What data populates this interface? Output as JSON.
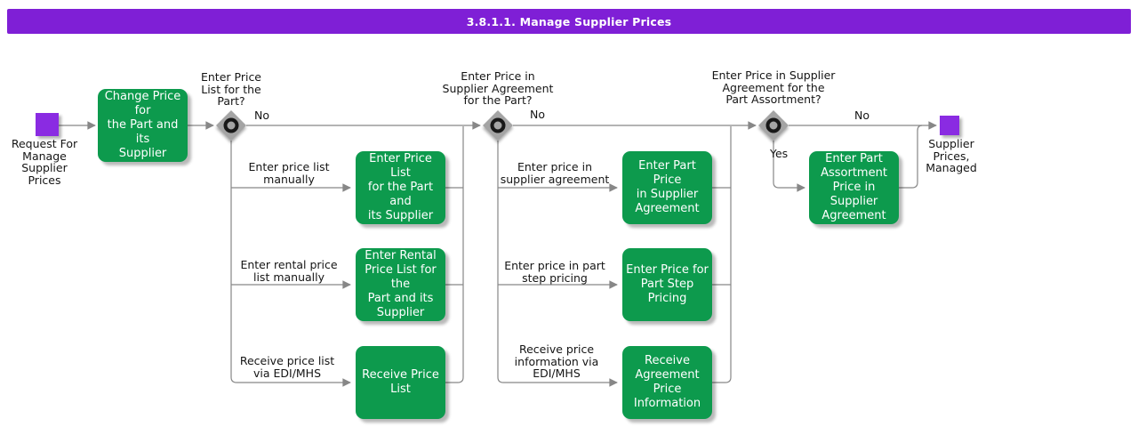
{
  "title": "3.8.1.1. Manage Supplier Prices",
  "colors": {
    "banner": "#7F1FD6",
    "terminal_node": "#8A2BE2",
    "activity": "#0D9A4D",
    "connector": "#878787",
    "decision": "#A4A4A4"
  },
  "start": {
    "label": "Request For\nManage\nSupplier\nPrices"
  },
  "end": {
    "label": "Supplier\nPrices,\nManaged"
  },
  "first_activity": {
    "label": "Change Price for\nthe Part and its\nSupplier"
  },
  "decisions": {
    "price_list": {
      "question": "Enter Price\nList for the\nPart?",
      "no": "No"
    },
    "supplier_agreement": {
      "question": "Enter Price in\nSupplier Agreement\nfor the Part?",
      "no": "No"
    },
    "part_assortment": {
      "question": "Enter Price in Supplier\nAgreement for the\nPart Assortment?",
      "no": "No",
      "yes": "Yes"
    }
  },
  "branches": {
    "enter_price_list": {
      "label": "Enter price list\nmanually",
      "activity": "Enter Price List\nfor the Part and\nits Supplier"
    },
    "enter_rental_price_list": {
      "label": "Enter rental price\nlist manually",
      "activity": "Enter Rental\nPrice List for the\nPart and its\nSupplier"
    },
    "receive_price_list": {
      "label": "Receive price list\nvia EDI/MHS",
      "activity": "Receive Price\nList"
    },
    "enter_part_price": {
      "label": "Enter price in\nsupplier agreement",
      "activity": "Enter Part Price\nin Supplier\nAgreement"
    },
    "enter_step_pricing": {
      "label": "Enter price in part\nstep pricing",
      "activity": "Enter Price for\nPart Step Pricing"
    },
    "receive_agreement_price": {
      "label": "Receive price\ninformation via\nEDI/MHS",
      "activity": "Receive\nAgreement Price\nInformation"
    },
    "enter_assortment_price": {
      "activity": "Enter Part\nAssortment\nPrice in Supplier\nAgreement"
    }
  }
}
